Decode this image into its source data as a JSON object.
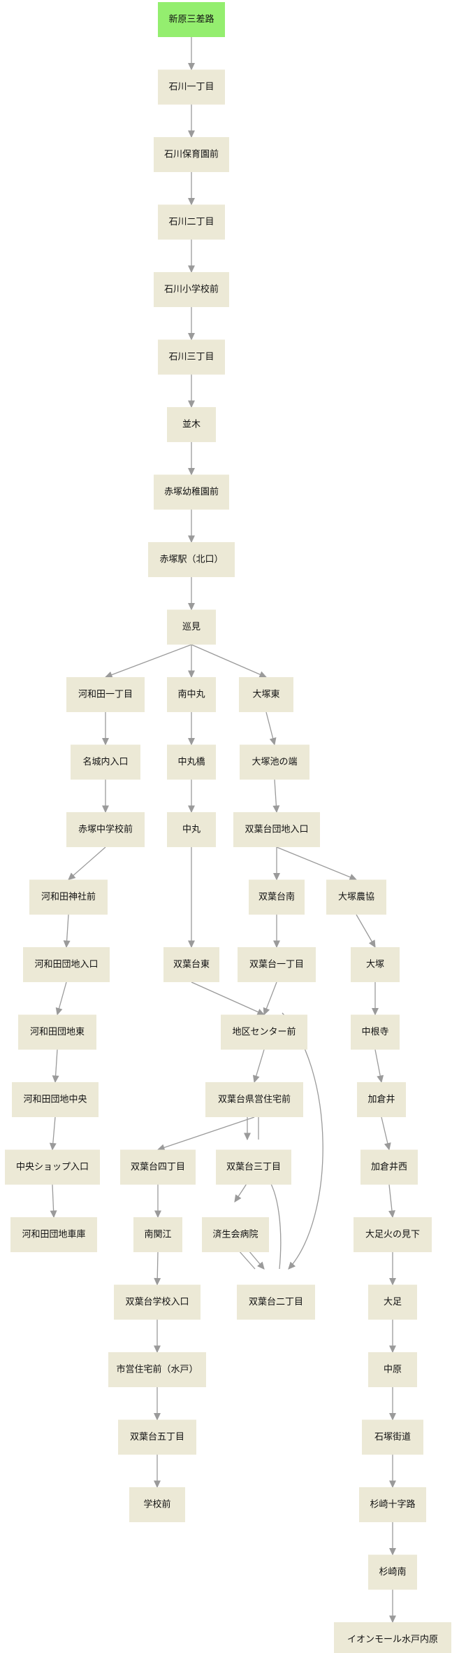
{
  "colors": {
    "node_fill": "#ece9d6",
    "start_fill": "#94ee6f",
    "edge": "#9a9a9a",
    "text": "#111111"
  },
  "nodes": [
    {
      "id": "n1",
      "label": "新原三差路",
      "start": true
    },
    {
      "id": "n2",
      "label": "石川一丁目"
    },
    {
      "id": "n3",
      "label": "石川保育園前"
    },
    {
      "id": "n4",
      "label": "石川二丁目"
    },
    {
      "id": "n5",
      "label": "石川小学校前"
    },
    {
      "id": "n6",
      "label": "石川三丁目"
    },
    {
      "id": "n7",
      "label": "並木"
    },
    {
      "id": "n8",
      "label": "赤塚幼稚園前"
    },
    {
      "id": "n9",
      "label": "赤塚駅（北口）"
    },
    {
      "id": "n10",
      "label": "巡見"
    },
    {
      "id": "n11",
      "label": "河和田一丁目"
    },
    {
      "id": "n12",
      "label": "南中丸"
    },
    {
      "id": "n13",
      "label": "大塚東"
    },
    {
      "id": "n14",
      "label": "名城内入口"
    },
    {
      "id": "n15",
      "label": "中丸橋"
    },
    {
      "id": "n16",
      "label": "大塚池の端"
    },
    {
      "id": "n17",
      "label": "赤塚中学校前"
    },
    {
      "id": "n18",
      "label": "中丸"
    },
    {
      "id": "n19",
      "label": "双葉台団地入口"
    },
    {
      "id": "n20",
      "label": "河和田神社前"
    },
    {
      "id": "n21",
      "label": "双葉台南"
    },
    {
      "id": "n22",
      "label": "大塚農協"
    },
    {
      "id": "n23",
      "label": "河和田団地入口"
    },
    {
      "id": "n24",
      "label": "双葉台東"
    },
    {
      "id": "n25",
      "label": "双葉台一丁目"
    },
    {
      "id": "n26",
      "label": "大塚"
    },
    {
      "id": "n27",
      "label": "河和田団地東"
    },
    {
      "id": "n28",
      "label": "地区センター前"
    },
    {
      "id": "n29",
      "label": "中根寺"
    },
    {
      "id": "n30",
      "label": "河和田団地中央"
    },
    {
      "id": "n31",
      "label": "双葉台県営住宅前"
    },
    {
      "id": "n32",
      "label": "加倉井"
    },
    {
      "id": "n33",
      "label": "中央ショップ入口"
    },
    {
      "id": "n34",
      "label": "双葉台四丁目"
    },
    {
      "id": "n35",
      "label": "双葉台三丁目"
    },
    {
      "id": "n36",
      "label": "加倉井西"
    },
    {
      "id": "n37",
      "label": "河和田団地車庫"
    },
    {
      "id": "n38",
      "label": "南関江"
    },
    {
      "id": "n39",
      "label": "済生会病院"
    },
    {
      "id": "n40",
      "label": "大足火の見下"
    },
    {
      "id": "n41",
      "label": "双葉台学校入口"
    },
    {
      "id": "n42",
      "label": "双葉台二丁目"
    },
    {
      "id": "n43",
      "label": "大足"
    },
    {
      "id": "n44",
      "label": "市営住宅前（水戸）"
    },
    {
      "id": "n45",
      "label": "中原"
    },
    {
      "id": "n46",
      "label": "双葉台五丁目"
    },
    {
      "id": "n47",
      "label": "石塚街道"
    },
    {
      "id": "n48",
      "label": "学校前"
    },
    {
      "id": "n49",
      "label": "杉崎十字路"
    },
    {
      "id": "n50",
      "label": "杉崎南"
    },
    {
      "id": "n51",
      "label": "イオンモール水戸内原"
    }
  ],
  "edges": [
    [
      "n1",
      "n2"
    ],
    [
      "n2",
      "n3"
    ],
    [
      "n3",
      "n4"
    ],
    [
      "n4",
      "n5"
    ],
    [
      "n5",
      "n6"
    ],
    [
      "n6",
      "n7"
    ],
    [
      "n7",
      "n8"
    ],
    [
      "n8",
      "n9"
    ],
    [
      "n9",
      "n10"
    ],
    [
      "n10",
      "n11"
    ],
    [
      "n10",
      "n12"
    ],
    [
      "n10",
      "n13"
    ],
    [
      "n11",
      "n14"
    ],
    [
      "n14",
      "n17"
    ],
    [
      "n17",
      "n20"
    ],
    [
      "n20",
      "n23"
    ],
    [
      "n23",
      "n27"
    ],
    [
      "n27",
      "n30"
    ],
    [
      "n30",
      "n33"
    ],
    [
      "n33",
      "n37"
    ],
    [
      "n12",
      "n15"
    ],
    [
      "n15",
      "n18"
    ],
    [
      "n18",
      "n24"
    ],
    [
      "n24",
      "n28"
    ],
    [
      "n13",
      "n16"
    ],
    [
      "n16",
      "n19"
    ],
    [
      "n19",
      "n21"
    ],
    [
      "n19",
      "n22"
    ],
    [
      "n21",
      "n25"
    ],
    [
      "n25",
      "n28"
    ],
    [
      "n28",
      "n31"
    ],
    [
      "n28",
      "n42"
    ],
    [
      "n31",
      "n34"
    ],
    [
      "n31",
      "n35"
    ],
    [
      "n35",
      "n31"
    ],
    [
      "n35",
      "n39"
    ],
    [
      "n39",
      "n42"
    ],
    [
      "n42",
      "n39"
    ],
    [
      "n42",
      "n35"
    ],
    [
      "n34",
      "n38"
    ],
    [
      "n38",
      "n41"
    ],
    [
      "n41",
      "n44"
    ],
    [
      "n44",
      "n46"
    ],
    [
      "n46",
      "n48"
    ],
    [
      "n22",
      "n26"
    ],
    [
      "n26",
      "n29"
    ],
    [
      "n29",
      "n32"
    ],
    [
      "n32",
      "n36"
    ],
    [
      "n36",
      "n40"
    ],
    [
      "n40",
      "n43"
    ],
    [
      "n43",
      "n45"
    ],
    [
      "n45",
      "n47"
    ],
    [
      "n47",
      "n49"
    ],
    [
      "n49",
      "n50"
    ],
    [
      "n50",
      "n51"
    ]
  ]
}
